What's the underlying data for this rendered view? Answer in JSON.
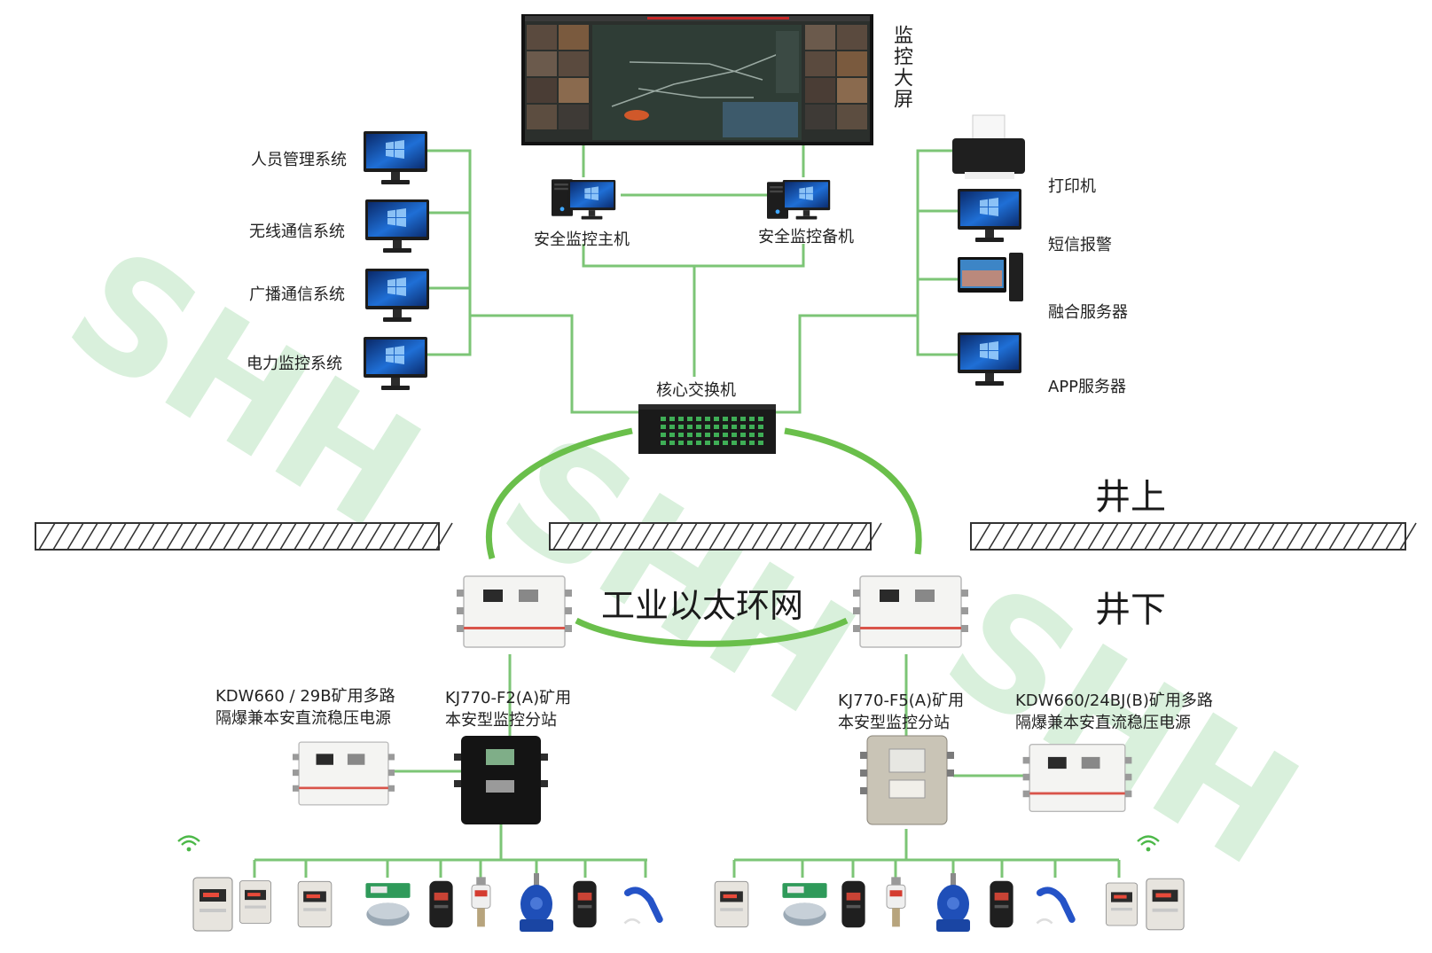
{
  "screen": {
    "label": "监控大屏"
  },
  "hosts": {
    "main": "安全监控主机",
    "backup": "安全监控备机"
  },
  "left_systems": [
    "人员管理系统",
    "无线通信系统",
    "广播通信系统",
    "电力监控系统"
  ],
  "right_services": [
    "打印机",
    "短信报警",
    "融合服务器",
    "APP服务器"
  ],
  "switch": {
    "label": "核心交换机"
  },
  "ring": {
    "label": "工业以太环网"
  },
  "zones": {
    "above": "井上",
    "below": "井下"
  },
  "stations": {
    "left": {
      "line1": "KJ770-F2(A)矿用",
      "line2": "本安型监控分站"
    },
    "right": {
      "line1": "KJ770-F5(A)矿用",
      "line2": "本安型监控分站"
    }
  },
  "power": {
    "left": {
      "line1": "KDW660 / 29B矿用多路",
      "line2": "隔爆兼本安直流稳压电源"
    },
    "right": {
      "line1": "KDW660/24BJ(B)矿用多路",
      "line2": "隔爆兼本安直流稳压电源"
    }
  },
  "watermark": {
    "text": "SHH"
  },
  "colors": {
    "link": "#7cc576",
    "ring": "#6abf4b",
    "watermark": "#d9f0dc",
    "accent": "#ffe5c4",
    "hatch": "#333333"
  }
}
